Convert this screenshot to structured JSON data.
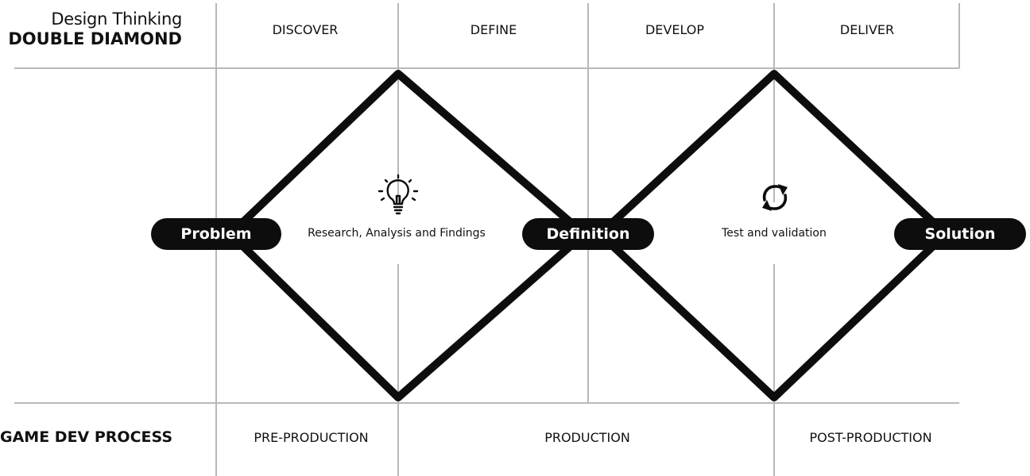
{
  "header": {
    "title_line1": "Design Thinking",
    "title_line2": "DOUBLE DIAMOND",
    "phases": [
      "DISCOVER",
      "DEFINE",
      "DEVELOP",
      "DELIVER"
    ]
  },
  "nodes": {
    "problem": "Problem",
    "definition": "Definition",
    "solution": "Solution"
  },
  "captions": {
    "diamond1": "Research, Analysis and Findings",
    "diamond2": "Test and validation"
  },
  "icons": {
    "diamond1": "lightbulb-icon",
    "diamond2": "refresh-cycle-icon"
  },
  "footer": {
    "title": "GAME DEV PROCESS",
    "stages": [
      "PRE-PRODUCTION",
      "PRODUCTION",
      "POST-PRODUCTION"
    ]
  },
  "colors": {
    "ink": "#0d0d0d",
    "grid": "#b8b8b8",
    "background": "#ffffff"
  }
}
